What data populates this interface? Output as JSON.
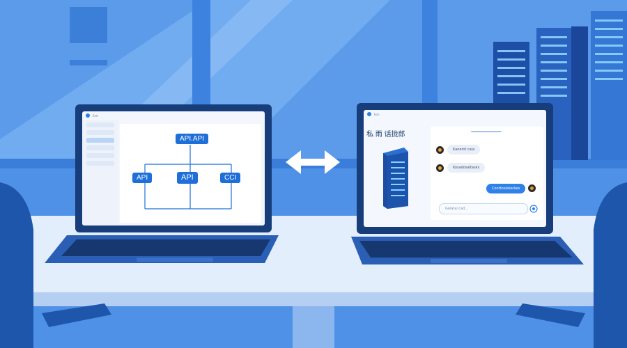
{
  "left_laptop": {
    "app_name": "Entr",
    "nodes": {
      "top": "API.API",
      "left": "API",
      "center": "API",
      "right": "CCI"
    }
  },
  "right_laptop": {
    "app_name": "Eon",
    "panel_title": "私 雨 话拢郎",
    "messages": [
      {
        "from": "other",
        "text": "Kanemt cala"
      },
      {
        "from": "other",
        "text": "Kosadosaltasks"
      },
      {
        "from": "me",
        "text": "Conttoelateckes"
      }
    ],
    "input_placeholder": "Gelatal cad..."
  },
  "colors": {
    "brand": "#1f6fd8",
    "background": "#4a8ee6",
    "accent": "#2f80e8"
  },
  "icons": [
    "double-arrow-icon",
    "server-rack-icon",
    "send-icon",
    "gear-icon"
  ]
}
